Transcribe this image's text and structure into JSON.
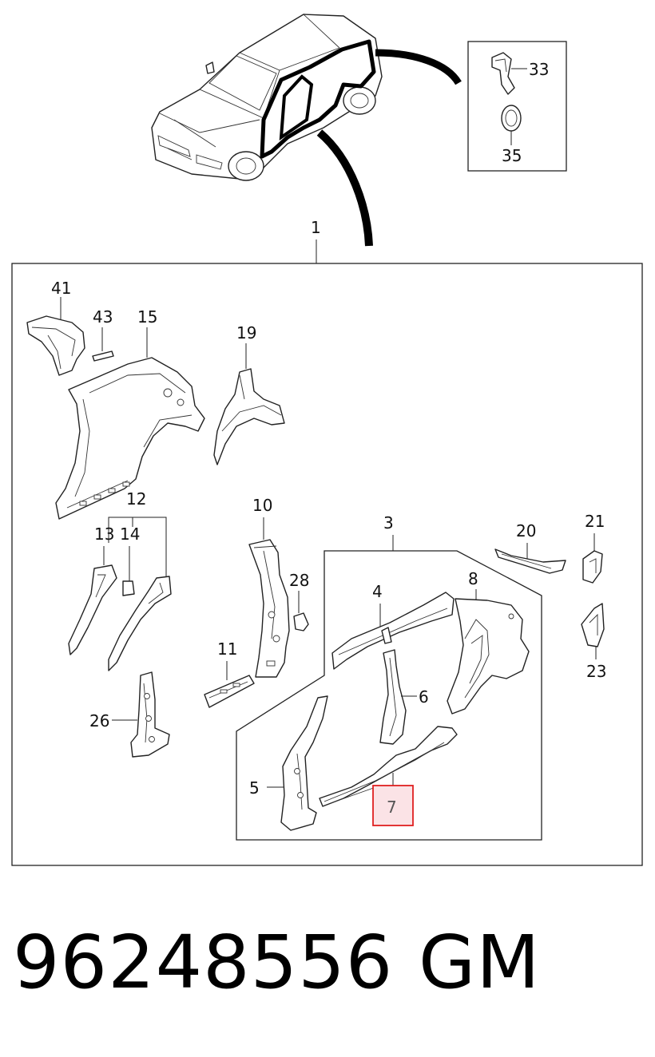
{
  "diagram": {
    "callouts": {
      "c1": "1",
      "c3": "3",
      "c4": "4",
      "c5": "5",
      "c6": "6",
      "c7": "7",
      "c8": "8",
      "c10": "10",
      "c11": "11",
      "c12": "12",
      "c13": "13",
      "c14": "14",
      "c15": "15",
      "c19": "19",
      "c20": "20",
      "c21": "21",
      "c23": "23",
      "c26": "26",
      "c28": "28",
      "c33": "33",
      "c35": "35",
      "c41": "41",
      "c43": "43"
    },
    "highlighted_callout": "7",
    "highlight_color": "#e02020",
    "highlight_fill": "#fbe3e6"
  },
  "footer": {
    "part_number": "96248556",
    "brand": "GM"
  }
}
